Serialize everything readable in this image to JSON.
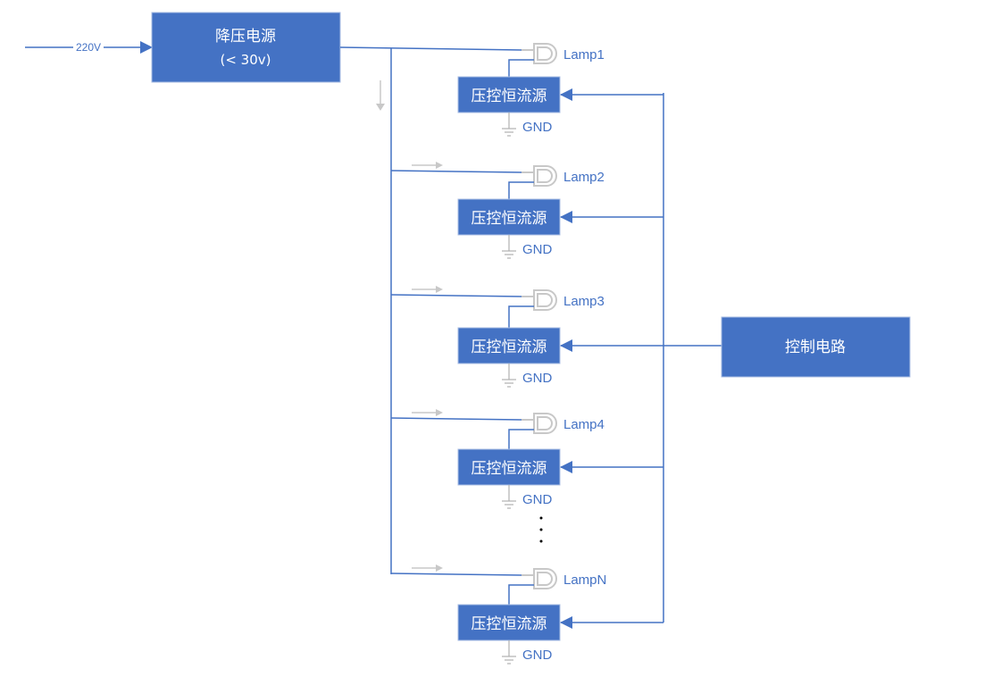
{
  "input_label": "220V",
  "supply": {
    "title": "降压电源",
    "subtitle": "(< 30v)"
  },
  "controller": {
    "label": "控制电路"
  },
  "stages": [
    {
      "lamp": "Lamp1",
      "driver": "压控恒流源",
      "ground": "GND"
    },
    {
      "lamp": "Lamp2",
      "driver": "压控恒流源",
      "ground": "GND"
    },
    {
      "lamp": "Lamp3",
      "driver": "压控恒流源",
      "ground": "GND"
    },
    {
      "lamp": "Lamp4",
      "driver": "压控恒流源",
      "ground": "GND"
    },
    {
      "lamp": "LampN",
      "driver": "压控恒流源",
      "ground": "GND"
    }
  ],
  "colors": {
    "primary": "#4472c4",
    "hint": "#c8c8c8"
  },
  "icons": {
    "lamp": "lamp-icon",
    "ground": "ground-icon",
    "ellipsis": "vertical-ellipsis-icon"
  }
}
